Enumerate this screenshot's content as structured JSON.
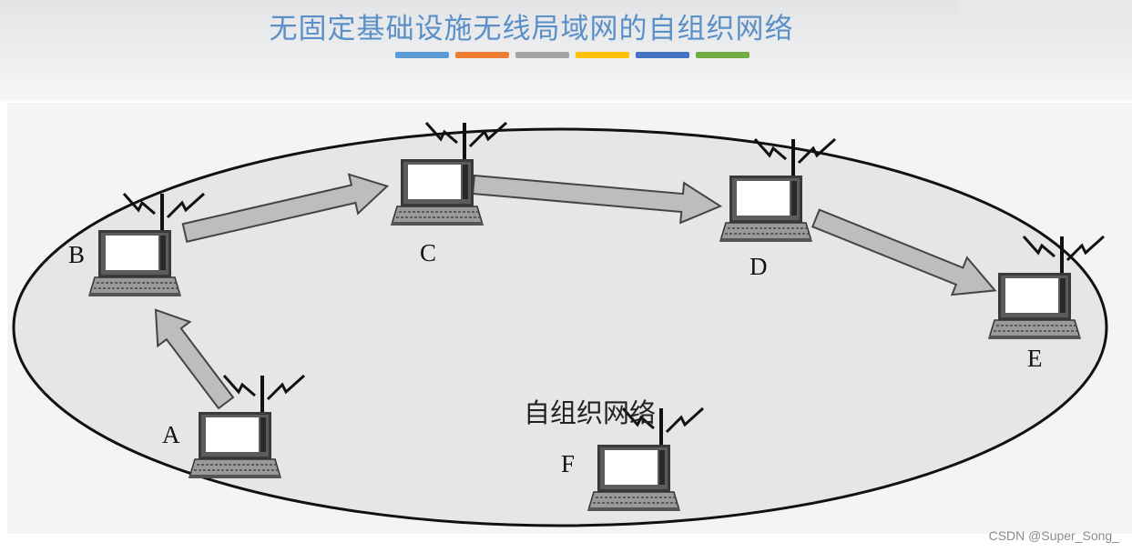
{
  "title": "无固定基础设施无线局域网的自组织网络",
  "title_color": "#5a8fc7",
  "bar_colors": [
    "#5b9bd5",
    "#ed7d31",
    "#a5a5a5",
    "#ffc000",
    "#4472c4",
    "#70ad47"
  ],
  "diagram": {
    "network_label": "自组织网络",
    "nodes": [
      "A",
      "B",
      "C",
      "D",
      "E",
      "F"
    ],
    "links": [
      [
        "A",
        "B"
      ],
      [
        "B",
        "C"
      ],
      [
        "C",
        "D"
      ],
      [
        "D",
        "E"
      ]
    ]
  },
  "watermark": "CSDN @Super_Song_"
}
